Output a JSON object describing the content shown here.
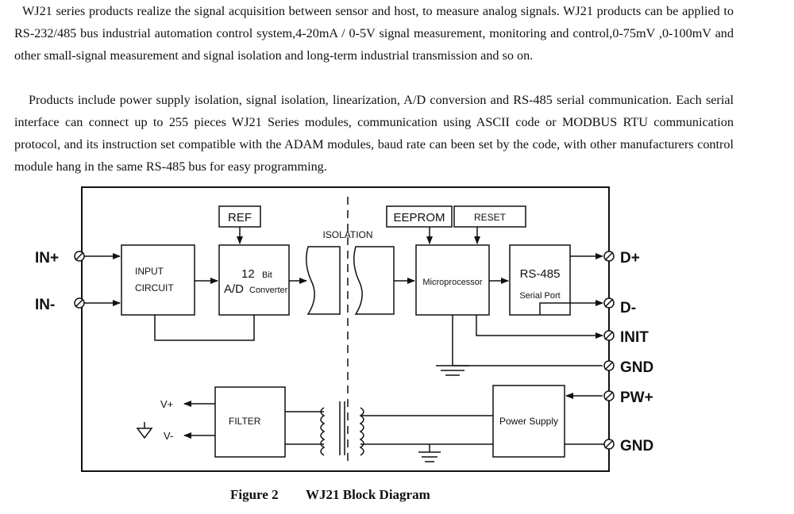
{
  "text": {
    "paragraph1": "WJ21 series products realize the signal acquisition between sensor and host, to measure analog signals. WJ21 products can be applied to RS-232/485 bus industrial automation control system,4-20mA / 0-5V signal measurement, monitoring and control,0-75mV ,0-100mV and other small-signal measurement and signal isolation and long-term industrial transmission and so on.",
    "paragraph2": "Products include power supply isolation, signal isolation, linearization, A/D conversion and RS-485 serial communication. Each serial interface can connect up to 255 pieces WJ21 Series modules, communication using ASCII code or MODBUS RTU communication protocol, and its instruction set compatible with the ADAM modules, baud rate can been set by the code, with other manufacturers control module hang in the same RS-485 bus for easy programming."
  },
  "diagram": {
    "blocks": {
      "ref": "REF",
      "isolation": "ISOLATION",
      "eeprom": "EEPROM",
      "reset": "RESET",
      "input_circuit_line1": "INPUT",
      "input_circuit_line2": "CIRCUIT",
      "adc_bits": "12",
      "adc_bit_unit": "Bit",
      "adc_ad": "A/D",
      "adc_converter": "Converter",
      "microprocessor": "Microprocessor",
      "rs485": "RS-485",
      "serial_port": "Serial Port",
      "filter": "FILTER",
      "power_supply": "Power Supply"
    },
    "terminals": {
      "in_plus": "IN+",
      "in_minus": "IN-",
      "d_plus": "D+",
      "d_minus": "D-",
      "init": "INIT",
      "gnd_top": "GND",
      "pw_plus": "PW+",
      "gnd_bottom": "GND",
      "v_plus": "V+",
      "v_minus": "V-"
    }
  },
  "caption": {
    "figure_number": "Figure 2",
    "title": "WJ21 Block Diagram"
  }
}
